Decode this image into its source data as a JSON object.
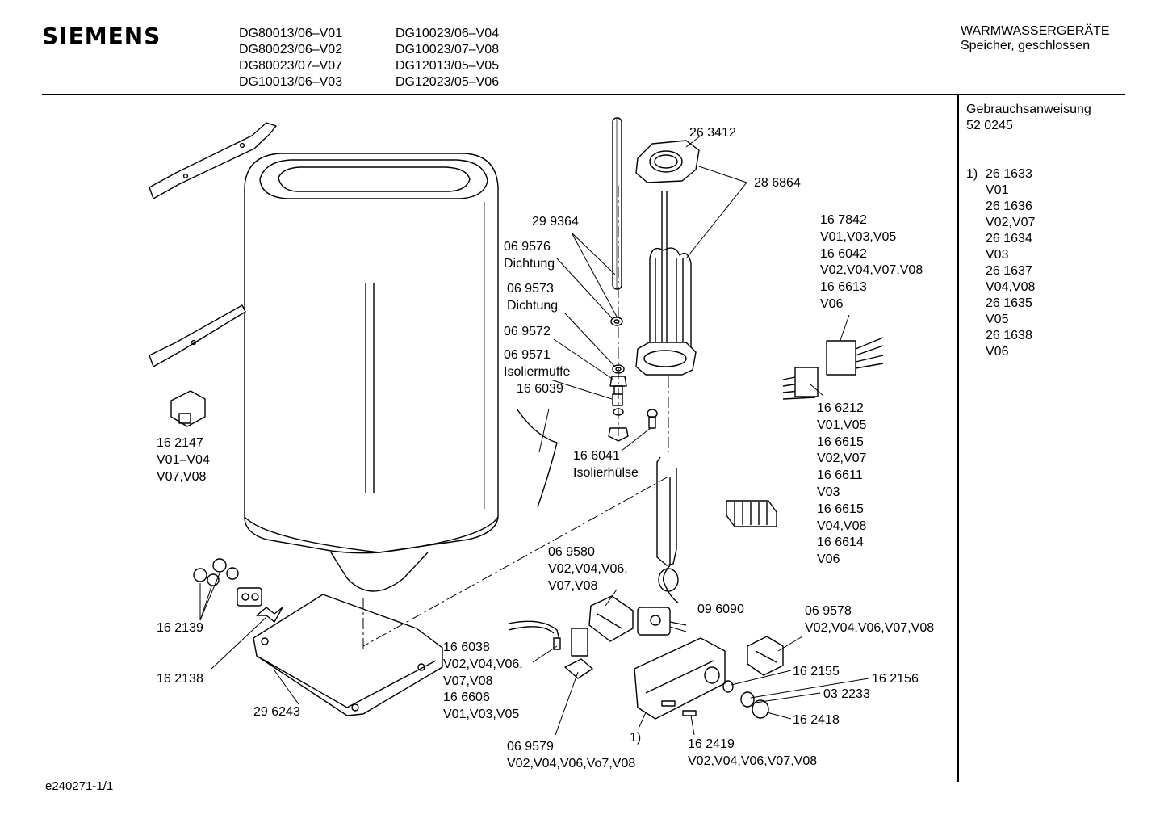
{
  "header": {
    "brand": "SIEMENS",
    "models_col1": [
      "DG80013/06–V01",
      "DG80023/06–V02",
      "DG80023/07–V07",
      "DG10013/06–V03"
    ],
    "models_col2": [
      "DG10023/06–V04",
      "DG10023/07–V08",
      "DG12013/05–V05",
      "DG12023/05–V06"
    ],
    "category": "WARMWASSERGERÄTE",
    "subcategory": "Speicher, geschlossen"
  },
  "sidebar": {
    "manual_label": "Gebrauchsanweisung",
    "manual_number": "52 0245",
    "note_marker": "1)",
    "note_lines": [
      "26 1633",
      "V01",
      "26 1636",
      "V02,V07",
      "26 1634",
      "V03",
      "26 1637",
      "V04,V08",
      "26 1635",
      "V05",
      "26 1638",
      "V06"
    ]
  },
  "parts": {
    "p263412": [
      "26 3412"
    ],
    "p286864": [
      "28 6864"
    ],
    "p299364": [
      "29 9364"
    ],
    "p069576": [
      "06 9576",
      "Dichtung"
    ],
    "p069573": [
      "06 9573",
      "Dichtung"
    ],
    "p069572": [
      "06 9572"
    ],
    "p069571": [
      "06 9571",
      "Isoliermuffe",
      "16 6039"
    ],
    "p166041": [
      "16 6041",
      "Isolierhülse"
    ],
    "p167842": [
      "16 7842",
      "V01,V03,V05",
      "16 6042",
      "V02,V04,V07,V08",
      "16 6613",
      "V06"
    ],
    "p166212": [
      "16 6212",
      "V01,V05",
      "16 6615",
      "V02,V07",
      "16 6611",
      "V03",
      "16 6615",
      "V04,V08",
      "16 6614",
      "V06"
    ],
    "p162147": [
      "16 2147",
      "V01–V04",
      "V07,V08"
    ],
    "p162139": [
      "16 2139"
    ],
    "p162138": [
      "16 2138"
    ],
    "p296243": [
      "29 6243"
    ],
    "p069580": [
      "06 9580",
      "V02,V04,V06,",
      "V07,V08"
    ],
    "p096090": [
      "09 6090"
    ],
    "p069578": [
      "06 9578",
      "V02,V04,V06,V07,V08"
    ],
    "p166038": [
      "16 6038",
      "V02,V04,V06,",
      "V07,V08",
      "16 6606",
      "V01,V03,V05"
    ],
    "p162155": [
      "16 2155"
    ],
    "p162156": [
      "16 2156"
    ],
    "p032233": [
      "03 2233"
    ],
    "p162418": [
      "16 2418"
    ],
    "p069579": [
      "06 9579",
      "V02,V04,V06,Vo7,V08"
    ],
    "p162419": [
      "16 2419",
      "V02,V04,V06,V07,V08"
    ],
    "p_note1": [
      "1)"
    ]
  },
  "footer": {
    "doc_id": "e240271-1/1"
  }
}
